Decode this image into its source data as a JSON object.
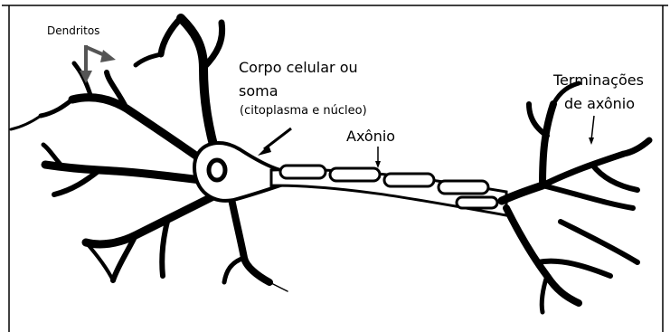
{
  "labels": {
    "dendrites": "Dendritos",
    "soma_line1": "Corpo celular ou",
    "soma_line2": "soma",
    "soma_line3": "(citoplasma e núcleo)",
    "axon": "Axônio",
    "terminals_line1": "Terminações",
    "terminals_line2": "de axônio"
  },
  "colors": {
    "ink": "#000000",
    "fill": "#ffffff",
    "arrow": "#555555"
  }
}
